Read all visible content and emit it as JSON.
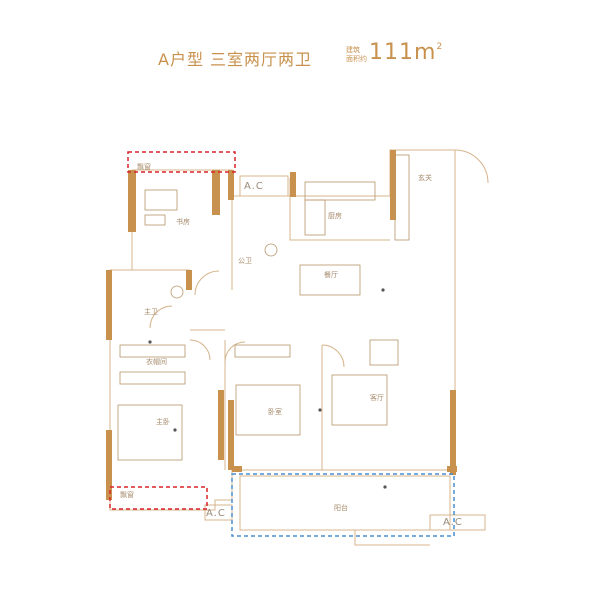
{
  "header": {
    "title": "A户型  三室两厅两卫",
    "area_label_1": "建筑",
    "area_label_2": "面积约",
    "area_value": "111",
    "area_unit": "m",
    "area_unit_sup": "2"
  },
  "rooms": {
    "study": "书房",
    "kitchen": "厨房",
    "entrance": "玄关",
    "public_bath": "公卫",
    "dining": "餐厅",
    "master_bath": "主卫",
    "cloakroom": "衣帽间",
    "master_bedroom": "主卧",
    "bedroom": "卧室",
    "living": "客厅",
    "balcony": "阳台",
    "bay_window_1": "飘窗",
    "bay_window_2": "飘窗"
  },
  "ac": {
    "top": "A.C",
    "bottom_left": "A.C",
    "bottom_right": "A.C"
  },
  "colors": {
    "wall": "#c8924e",
    "line": "#d6b48c",
    "red_dash": "#d9242a",
    "blue_dash": "#4a8fd0",
    "text": "#c8924e"
  }
}
